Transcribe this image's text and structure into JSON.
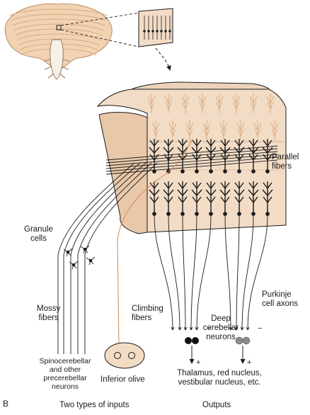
{
  "panel_letter": "B",
  "labels": {
    "parallel_fibers": [
      "Parallel",
      "fibers"
    ],
    "granule_cells": [
      "Granule",
      "cells"
    ],
    "mossy_fibers": [
      "Mossy",
      "fibers"
    ],
    "climbing_fibers": [
      "Climbing",
      "fibers"
    ],
    "purkinje_axons": [
      "Purkinje",
      "cell axons"
    ],
    "deep_neurons": [
      "Deep",
      "cerebellar",
      "neurons"
    ],
    "precerebellar": [
      "Spinocerebellar",
      "and other",
      "precerebellar",
      "neurons"
    ],
    "inferior_olive": "Inferior olive",
    "outputs_targets": [
      "Thalamus, red nucleus,",
      "vestibular nucleus, etc."
    ],
    "inputs_caption": "Two types of inputs",
    "outputs_caption": "Outputs"
  },
  "signs": {
    "excitatory": "+",
    "inhibitory": "−"
  },
  "colors": {
    "tissue": "#f2dcc6",
    "tissue_dark": "#e2bfa0",
    "cerebellum": "#f1d3b3",
    "cerebellum_folia": "#d9a87e",
    "climbing_fiber": "#d9884a",
    "ink": "#1a1a1a",
    "deep_neuron_excit": "#111111",
    "deep_neuron_inhib": "#8c8c8c"
  }
}
